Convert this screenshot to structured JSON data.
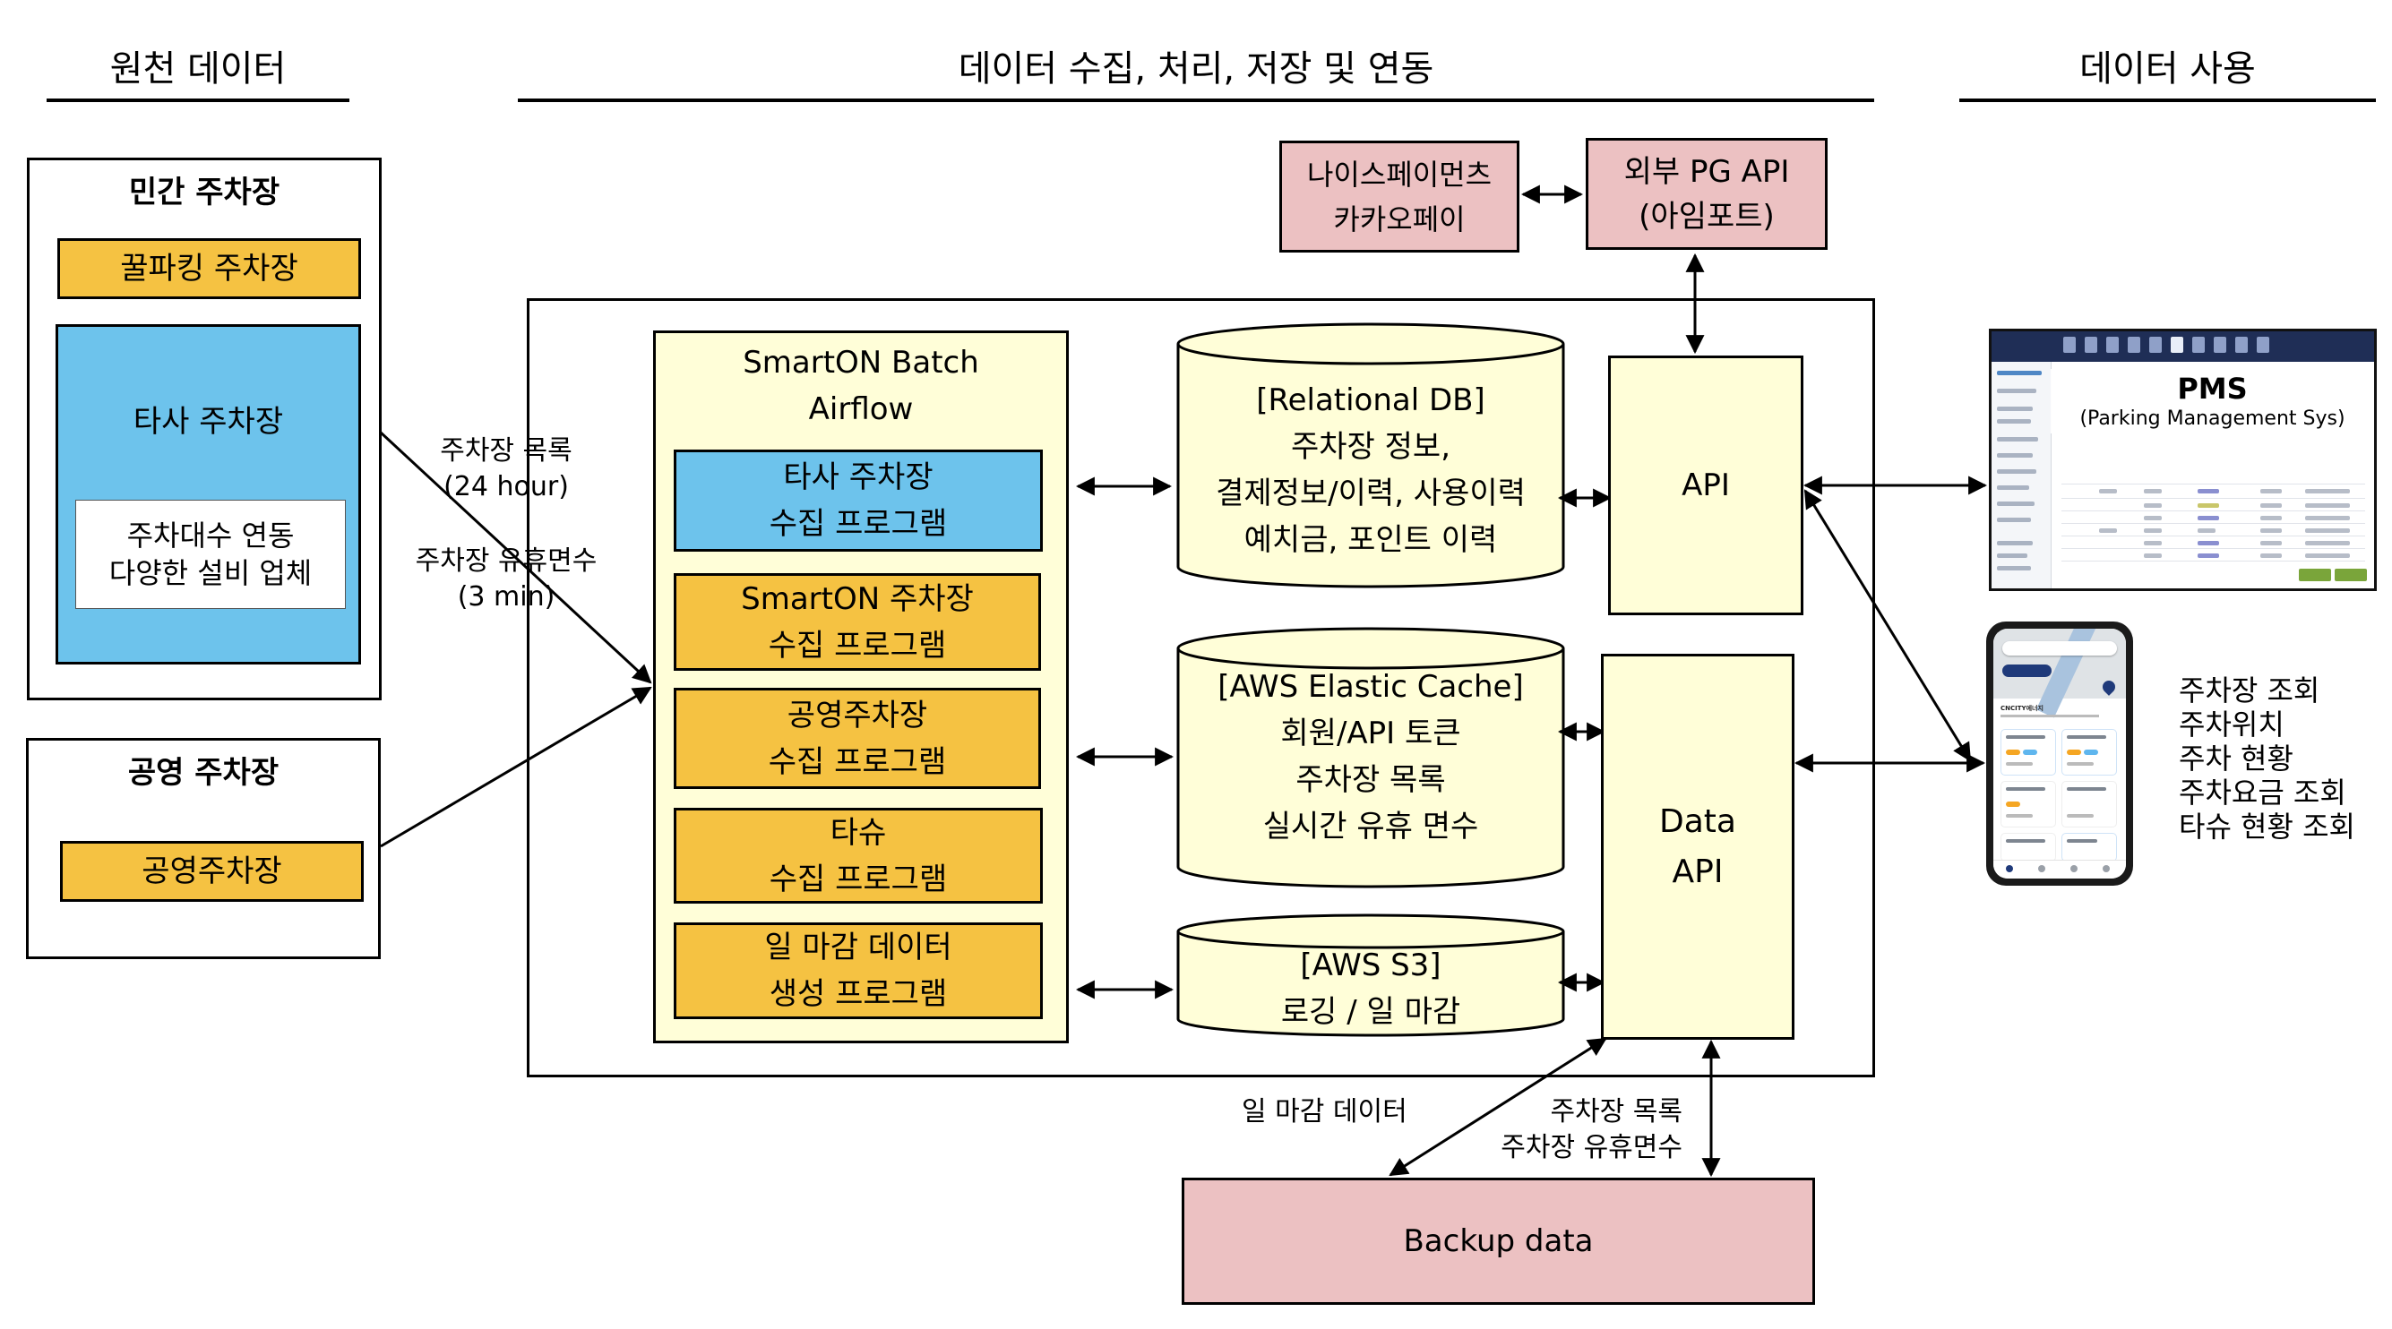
{
  "sections": {
    "source": "원천 데이터",
    "processing": "데이터 수집, 처리, 저장 및 연동",
    "usage": "데이터 사용"
  },
  "source": {
    "private": {
      "title": "민간 주차장",
      "honeyparking": "꿀파킹 주차장",
      "other_company": "타사 주차장",
      "vendors_line1": "주차대수 연동",
      "vendors_line2": "다양한 설비 업체"
    },
    "public": {
      "title": "공영 주차장",
      "lot": "공영주차장"
    }
  },
  "flow_labels": {
    "list_line1": "주차장 목록",
    "list_line2": "(24 hour)",
    "vacancy_line1": "주차장 유휴면수",
    "vacancy_line2": "(3 min)",
    "daily_close": "일 마감 데이터",
    "backup_line1": "주차장 목록",
    "backup_line2": "주차장 유휴면수"
  },
  "batch": {
    "title_line1": "SmartON Batch",
    "title_line2": "Airflow",
    "programs": [
      {
        "line1": "타사 주차장",
        "line2": "수집 프로그램",
        "color": "#6DC3EC"
      },
      {
        "line1": "SmartON 주차장",
        "line2": "수집 프로그램",
        "color": "#F5C242"
      },
      {
        "line1": "공영주차장",
        "line2": "수집 프로그램",
        "color": "#F5C242"
      },
      {
        "line1": "타슈",
        "line2": "수집 프로그램",
        "color": "#F5C242"
      },
      {
        "line1": "일 마감 데이터",
        "line2": "생성 프로그램",
        "color": "#F5C242"
      }
    ]
  },
  "stores": {
    "rdb": {
      "title": "[Relational DB]",
      "lines": [
        "주차장 정보,",
        "결제정보/이력, 사용이력",
        "예치금, 포인트 이력"
      ]
    },
    "cache": {
      "title": "[AWS Elastic Cache]",
      "lines": [
        "회원/API 토큰",
        "주차장 목록",
        "실시간 유휴 면수"
      ]
    },
    "s3": {
      "title": "[AWS S3]",
      "lines": [
        "로깅 / 일 마감"
      ]
    }
  },
  "apis": {
    "api": "API",
    "data_api_line1": "Data",
    "data_api_line2": "API"
  },
  "payment": {
    "providers_line1": "나이스페이먼츠",
    "providers_line2": "카카오페이",
    "pg_line1": "외부 PG API",
    "pg_line2": "(아임포트)"
  },
  "backup": {
    "label": "Backup data"
  },
  "usage": {
    "pms_title": "PMS",
    "pms_subtitle": "(Parking Management Sys)",
    "app_features": [
      "주차장 조회",
      "주차위치",
      "주차 현황",
      "주차요금 조회",
      "타슈 현황 조회"
    ],
    "app_card_title": "CNCITY에너지"
  },
  "colors": {
    "orange": "#F5C242",
    "blue": "#6DC3EC",
    "cream": "#FFFED8",
    "pink": "#ECC1C2"
  }
}
